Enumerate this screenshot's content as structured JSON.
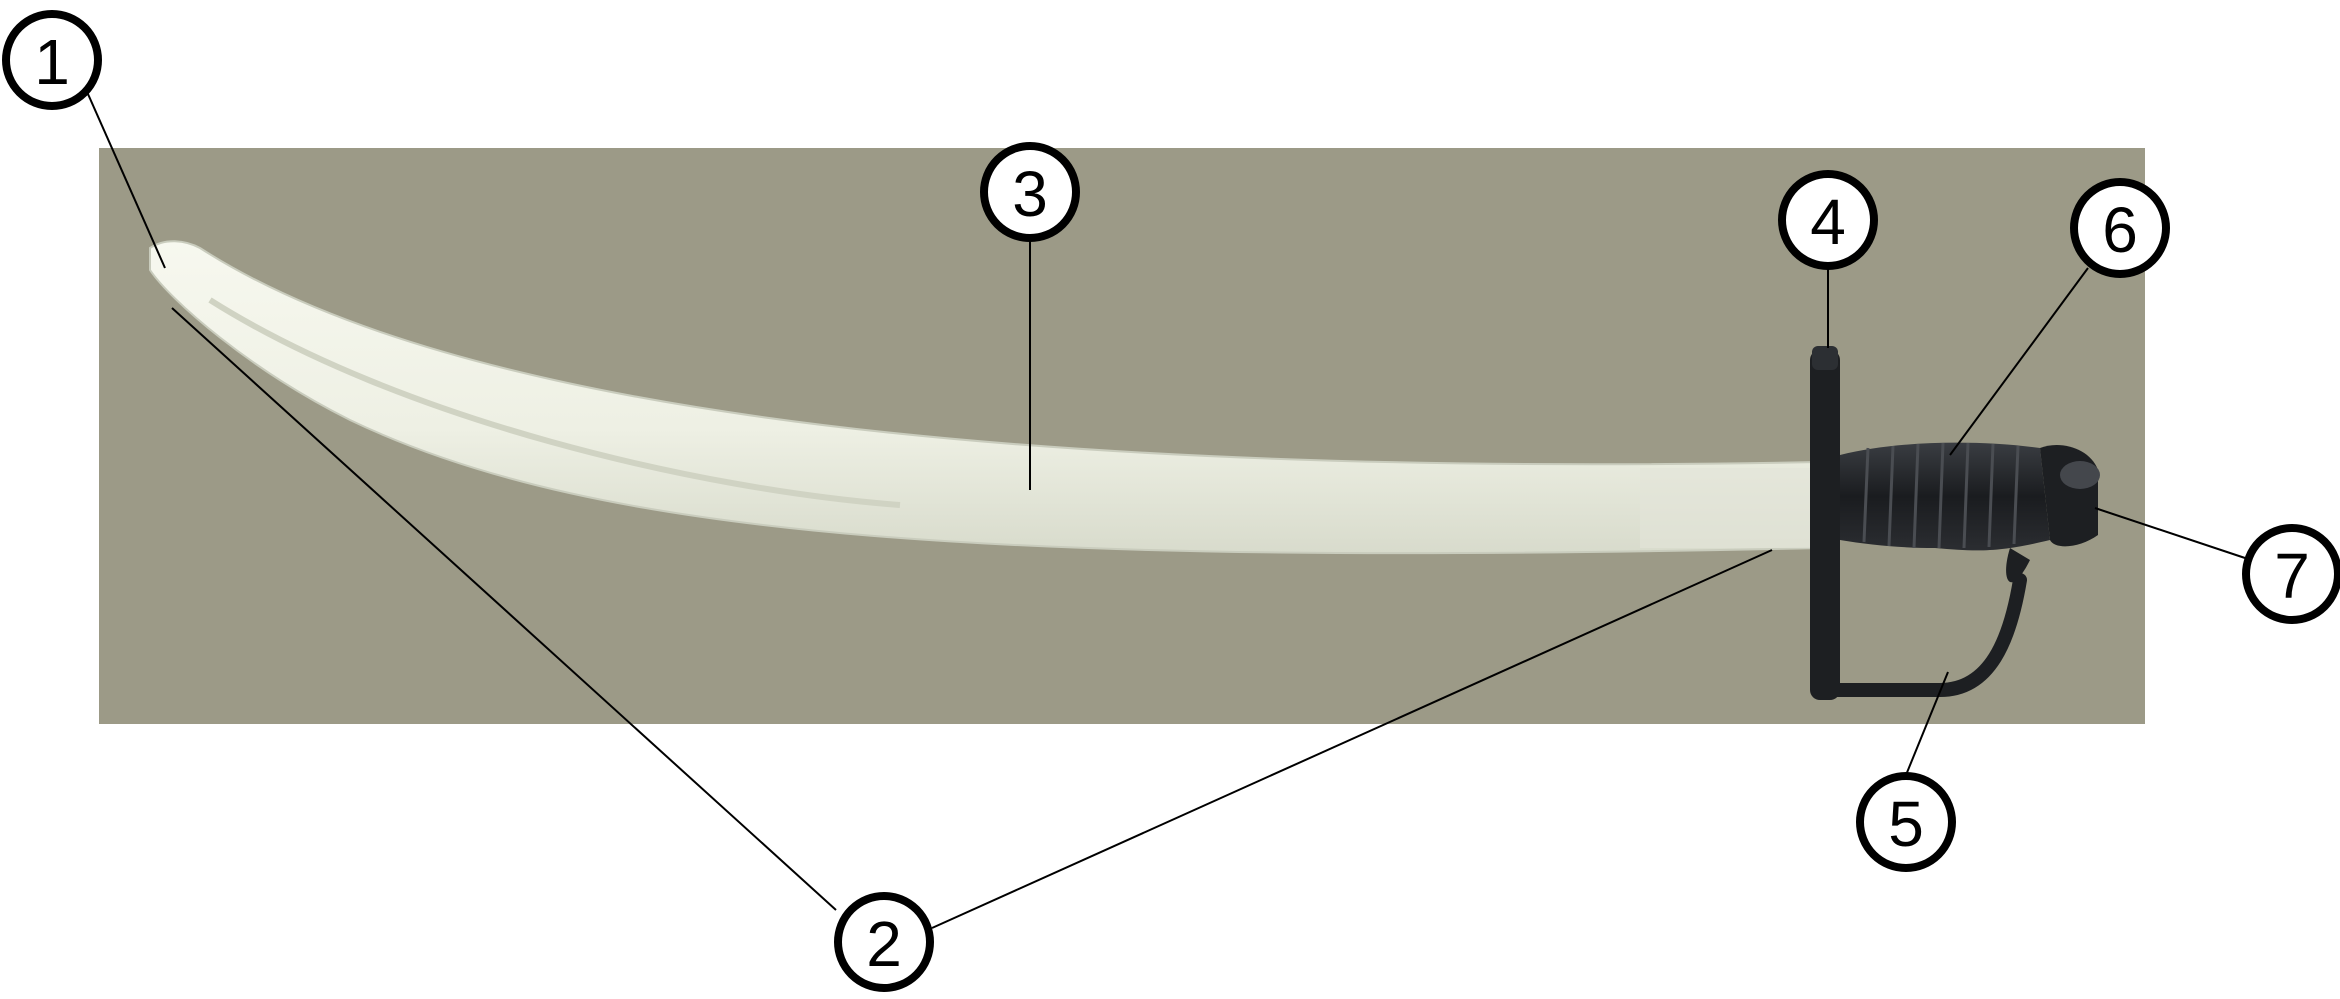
{
  "colors": {
    "background": "#ffffff",
    "photo_backdrop": "#9c9a87",
    "blade": "#eef0e4",
    "blade_shadow": "#d3d6c7",
    "hilt": "#1d1f22",
    "outline": "#000000"
  },
  "callouts": [
    {
      "id": "c1",
      "number": "1"
    },
    {
      "id": "c2",
      "number": "2"
    },
    {
      "id": "c3",
      "number": "3"
    },
    {
      "id": "c4",
      "number": "4"
    },
    {
      "id": "c5",
      "number": "5"
    },
    {
      "id": "c6",
      "number": "6"
    },
    {
      "id": "c7",
      "number": "7"
    }
  ]
}
